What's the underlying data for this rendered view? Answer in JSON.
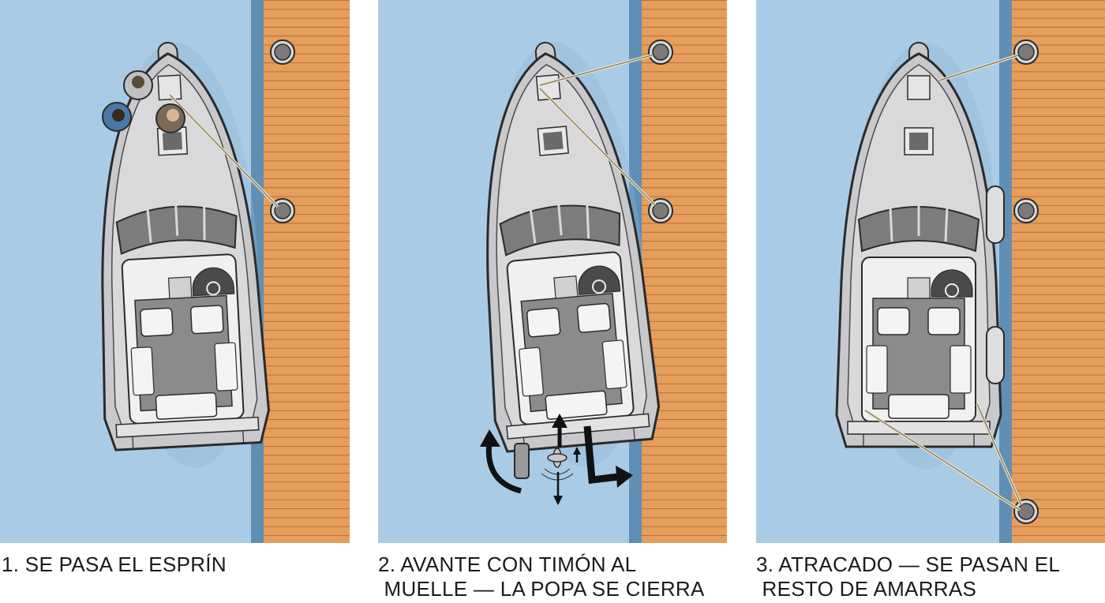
{
  "colors": {
    "water": "#a9cbe6",
    "water_shadow": "#8fb4d4",
    "dock": "#e59e5c",
    "dock_plank_line": "#b86e34",
    "dock_edge": "#5f8fb5",
    "hull": "#c9c9cc",
    "deck": "#d9d9db",
    "outline": "#2b2b2b",
    "cockpit": "#8b8b8d",
    "rope": "#e4dcc4",
    "fender": "#dedede",
    "arrow": "#111111"
  },
  "panels": [
    {
      "step": "1",
      "caption_lines": [
        "1. SE PASA EL ESPRÍN"
      ]
    },
    {
      "step": "2",
      "caption_lines": [
        "2. AVANTE CON TIMÓN AL",
        " MUELLE — LA POPA SE CIERRA"
      ]
    },
    {
      "step": "3",
      "caption_lines": [
        "3. ATRACADO — SE PASAN EL",
        " RESTO DE AMARRAS"
      ]
    }
  ],
  "icons": [
    "bollard-icon",
    "crew-member-icon",
    "fender-icon",
    "rudder-icon",
    "propeller-icon",
    "rotation-arrow-icon",
    "thrust-arrow-icon",
    "stern-movement-arrow-icon",
    "helm-wheel-icon"
  ]
}
